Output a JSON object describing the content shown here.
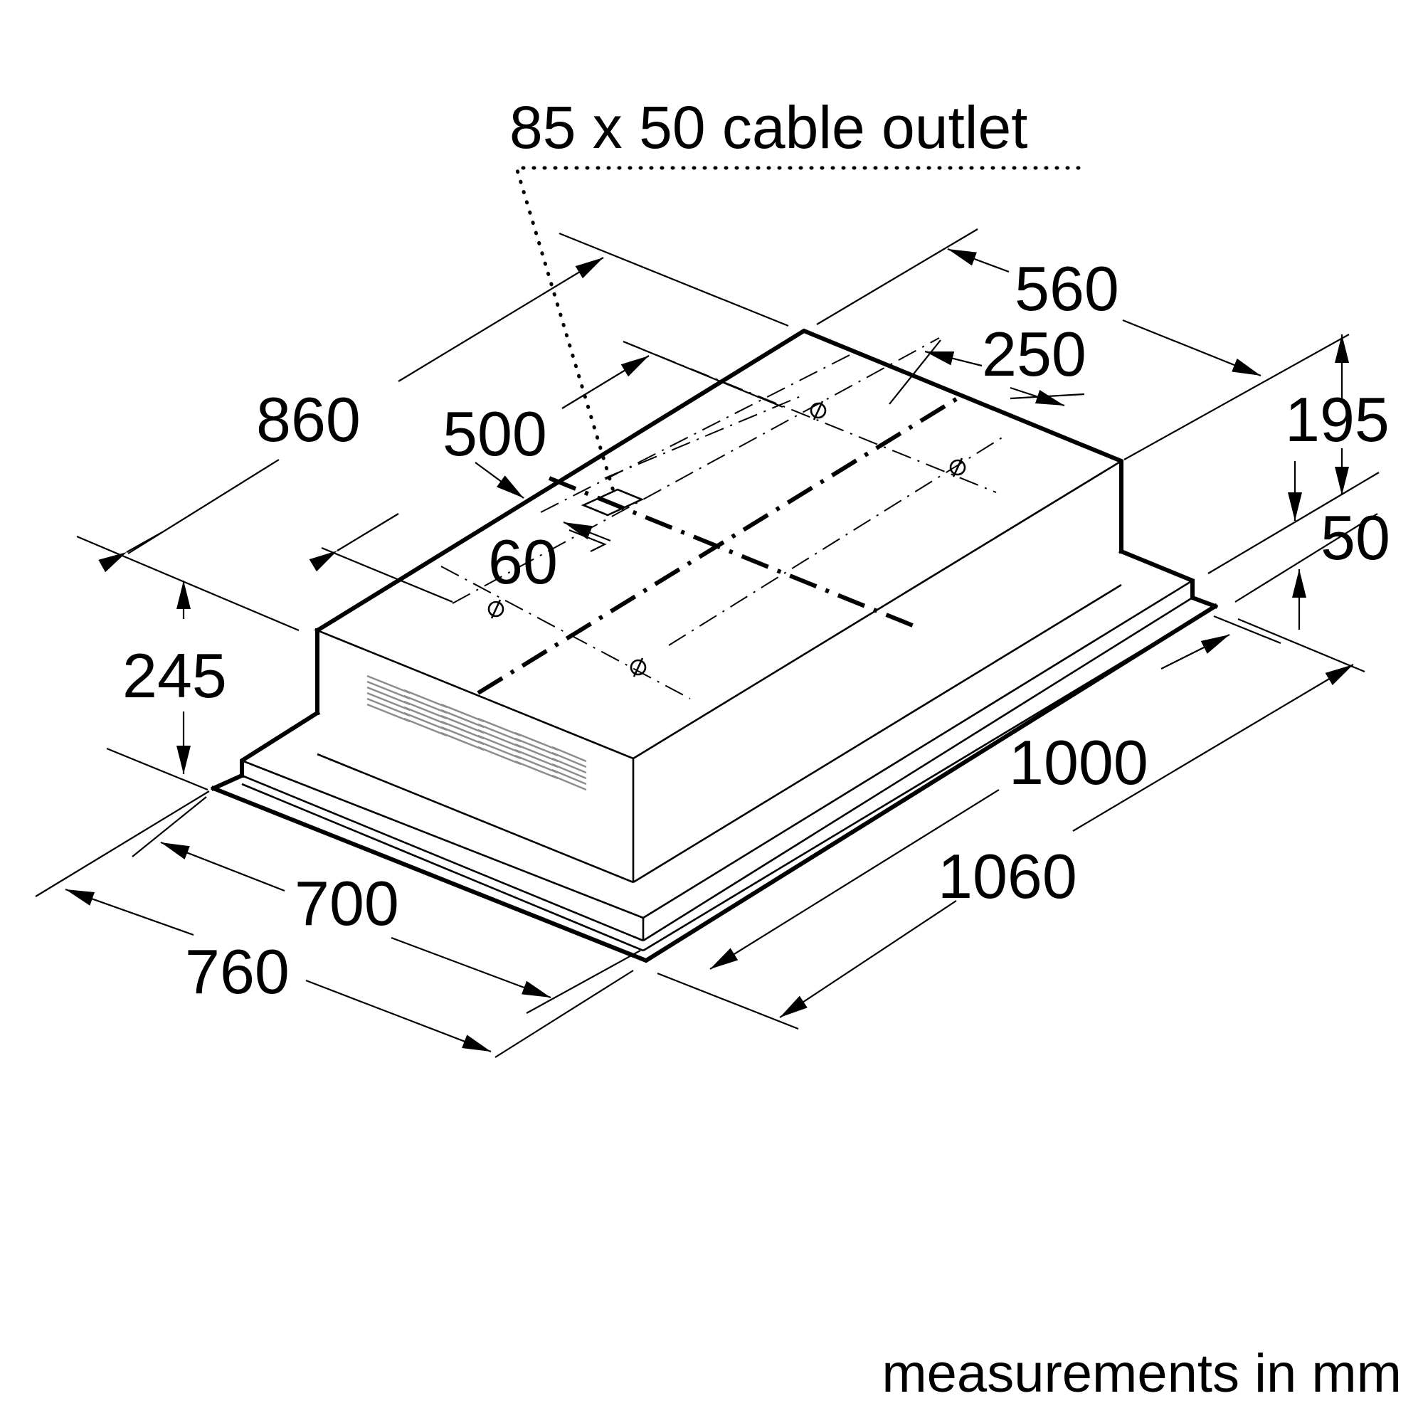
{
  "diagram": {
    "cable_outlet_label": "85 x 50 cable outlet",
    "footer_note": "measurements in mm",
    "dimensions": {
      "d860": "860",
      "d500": "500",
      "d60": "60",
      "d250": "250",
      "d560": "560",
      "d195": "195",
      "d50": "50",
      "d245": "245",
      "d1000": "1000",
      "d1060": "1060",
      "d700": "700",
      "d760": "760"
    }
  }
}
